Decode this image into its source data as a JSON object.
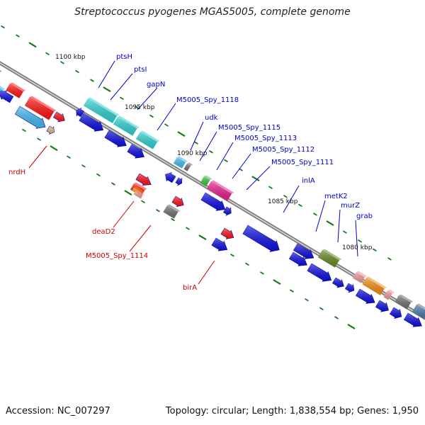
{
  "title": "Streptococcus pyogenes MGAS5005, complete genome",
  "accession_text": "Accession: NC_007297",
  "summary_text": "Topology: circular; Length: 1,838,554 bp; Genes: 1,950",
  "ruler_labels": [
    "1100 kbp",
    "1095 kbp",
    "1090 kbp",
    "1085 kbp",
    "1080 kbp"
  ],
  "gene_labels_top": [
    "ptsH",
    "ptsI",
    "gapN",
    "M5005_Spy_1118",
    "udk",
    "M5005_Spy_1115",
    "M5005_Spy_1113",
    "M5005_Spy_1112",
    "M5005_Spy_1111",
    "inlA",
    "metK2",
    "murZ",
    "grab"
  ],
  "gene_labels_bottom": [
    "nrdH",
    "deaD2",
    "M5005_Spy_1114",
    "birA"
  ],
  "colors": {
    "label_blue": "#0000cc",
    "label_red": "#cc0000",
    "cds": "#1010e0",
    "cds_dark": "#0000a0",
    "highlight_red": "#ff1414",
    "cyan": "#30d0d0",
    "sky": "#44b8f0",
    "gray": "#707070",
    "magenta": "#e8208c",
    "olive": "#668822",
    "orange": "#f08c10",
    "pink": "#f09898",
    "steel": "#4a7aaa",
    "tick": "#1a7a1a",
    "backbone": "#808080"
  }
}
